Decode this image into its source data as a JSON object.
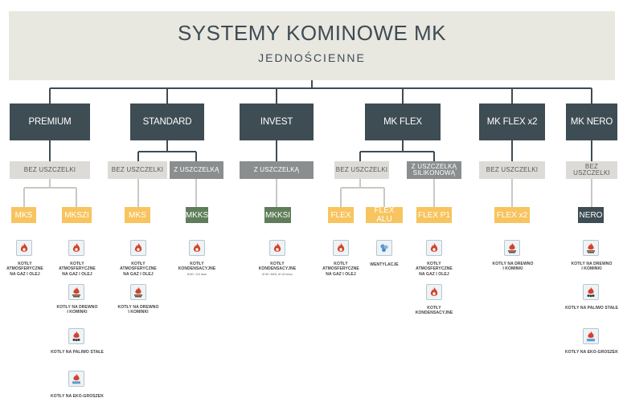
{
  "header": {
    "title": "SYSTEMY KOMINOWE MK",
    "subtitle": "JEDNOŚCIENNE"
  },
  "systems": {
    "premium": "PREMIUM",
    "standard": "STANDARD",
    "invest": "INVEST",
    "mk_flex": "MK FLEX",
    "mk_flex_x2": "MK FLEX x2",
    "mk_nero": "MK NERO"
  },
  "seals": {
    "bez": "BEZ USZCZELKI",
    "z": "Z USZCZELKĄ",
    "z_silikonowa": "Z USZCZELKĄ\nSILIKONOWĄ"
  },
  "products": {
    "mks": "MKS",
    "mkszi": "MKSZI",
    "mkks": "MKKS",
    "mkksi": "MKKSI",
    "flex": "FLEX",
    "flex_alu": "FLEX ALU",
    "flex_p1": "FLEX P1",
    "flex_x2": "FLEX x2",
    "nero": "NERO"
  },
  "captions": {
    "atm": "KOTŁY ATMOSFERYCZNE\nNA GAZ I OLEJ",
    "drewno": "KOTŁY NA DREWNO\nI KOMINKI",
    "paliwo": "KOTŁY NA PALIWO STAŁE",
    "eko": "KOTŁY NA EKO-GROSZEK",
    "kond": "KOTŁY\nKONDENSACYJNE",
    "went": "WENTYLACJE",
    "mkks_note": "Ø 80 / 110 lewo",
    "mkksi_note": "Ø 60 / MKS, Ø 110 lewo"
  },
  "colors": {
    "dark": "#3e4c54",
    "light_grey": "#dcdbd8",
    "mid_grey": "#8b8e8e",
    "orange": "#f7c45f",
    "green": "#5f7d5a",
    "flame_red": "#d6402b"
  },
  "icons": {
    "flame": "flame-icon",
    "flame_logs": "flame-logs-icon",
    "flame_coal": "flame-coal-icon",
    "flame_eco": "flame-eco-icon",
    "ventilation": "ventilation-icon"
  }
}
